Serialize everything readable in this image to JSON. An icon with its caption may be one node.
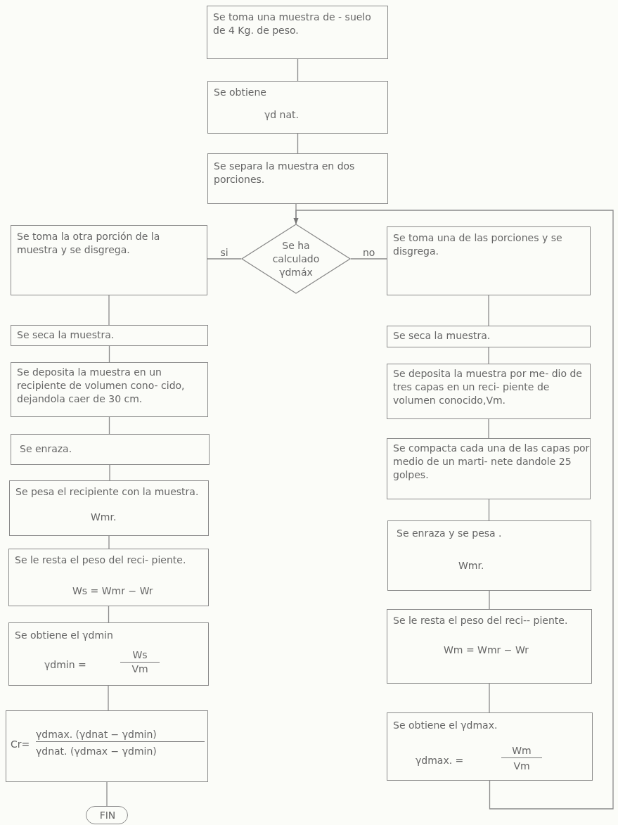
{
  "diagram": {
    "nodes": [
      {
        "text": [
          "Se toma una muestra de - suelo de 4 Kg. de peso."
        ]
      },
      {
        "text": [
          "Se obtiene",
          "γd nat."
        ]
      },
      {
        "text": [
          "Se separa la muestra en dos porciones."
        ]
      },
      {
        "text": [
          "Se ha calculado γdmáx"
        ]
      },
      {
        "text": [
          "Se toma la otra porción de la muestra y se disgrega."
        ]
      },
      {
        "text": [
          "Se toma una de las porciones y se disgrega."
        ]
      },
      {
        "text": [
          "Se seca la muestra."
        ]
      },
      {
        "text": [
          "Se seca la muestra."
        ]
      },
      {
        "text": [
          "Se deposita la muestra en un recipiente de volumen cono- cido, dejandola caer de 30 cm."
        ]
      },
      {
        "text": [
          "Se deposita la muestra por me- dio de tres capas en un reci- piente de volumen conocido,Vm."
        ]
      },
      {
        "text": [
          "Se enraza."
        ]
      },
      {
        "text": [
          "Se compacta cada una de las capas por medio de un marti- nete dandole 25 golpes."
        ]
      },
      {
        "text": [
          "Se pesa el recipiente con la muestra.",
          "Wmr."
        ]
      },
      {
        "text": [
          "Se enraza y se pesa .",
          "Wmr."
        ]
      },
      {
        "text": [
          "Se le resta el peso del reci- piente.",
          "Ws = Wmr − Wr"
        ]
      },
      {
        "text": [
          "Se le resta el peso del reci-- piente.",
          "Wm = Wmr − Wr"
        ]
      },
      {
        "text": [
          "Se obtiene el γdmin",
          "γdmin =",
          "Ws",
          "Vm"
        ]
      },
      {
        "text": [
          "Se obtiene el γdmax.",
          "γdmax. =",
          "Wm",
          "Vm"
        ]
      },
      {
        "text": [
          "Cr=",
          "γdmax. (γdnat − γdmin)",
          "γdnat. (γdmax − γdmin)"
        ]
      },
      {
        "text": [
          "FIN"
        ]
      }
    ],
    "edges": [
      {
        "from": 0,
        "to": 1,
        "arrow": "none"
      },
      {
        "from": 1,
        "to": 2,
        "arrow": "none"
      },
      {
        "from": 2,
        "to": 3,
        "arrow": "none"
      },
      {
        "from": 3,
        "to": 4,
        "arrow": "none",
        "label": "si"
      },
      {
        "from": 3,
        "to": 5,
        "arrow": "none",
        "label": "no"
      },
      {
        "from": 4,
        "to": 6,
        "arrow": "none"
      },
      {
        "from": 6,
        "to": 8,
        "arrow": "none"
      },
      {
        "from": 8,
        "to": 10,
        "arrow": "none"
      },
      {
        "from": 10,
        "to": 12,
        "arrow": "none"
      },
      {
        "from": 12,
        "to": 14,
        "arrow": "none"
      },
      {
        "from": 14,
        "to": 16,
        "arrow": "none"
      },
      {
        "from": 16,
        "to": 18,
        "arrow": "none"
      },
      {
        "from": 18,
        "to": 19,
        "arrow": "none"
      },
      {
        "from": 5,
        "to": 7,
        "arrow": "none"
      },
      {
        "from": 7,
        "to": 9,
        "arrow": "none"
      },
      {
        "from": 9,
        "to": 11,
        "arrow": "none"
      },
      {
        "from": 11,
        "to": 13,
        "arrow": "none"
      },
      {
        "from": 13,
        "to": 15,
        "arrow": "none"
      },
      {
        "from": 15,
        "to": 17,
        "arrow": "none"
      },
      {
        "from": 17,
        "to": 3,
        "arrow": "to"
      }
    ]
  }
}
